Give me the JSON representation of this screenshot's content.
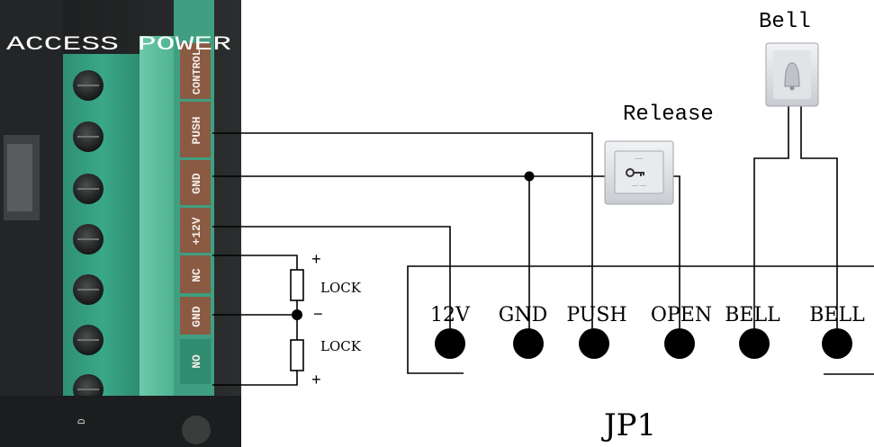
{
  "photo": {
    "title": "ACCESS POWER",
    "terminals": [
      "CONTROL",
      "PUSH",
      "GND",
      "+12V",
      "NC",
      "GND",
      "NO"
    ],
    "side_mark": "D"
  },
  "devices": {
    "bell_label": "Bell",
    "release_label": "Release"
  },
  "lock": {
    "upper_label": "LOCK",
    "lower_label": "LOCK",
    "plus_top": "+",
    "minus": "−",
    "plus_bottom": "+"
  },
  "jp1": {
    "title": "JP1",
    "pins": [
      "12V",
      "GND",
      "PUSH",
      "OPEN",
      "BELL",
      "BELL"
    ]
  }
}
